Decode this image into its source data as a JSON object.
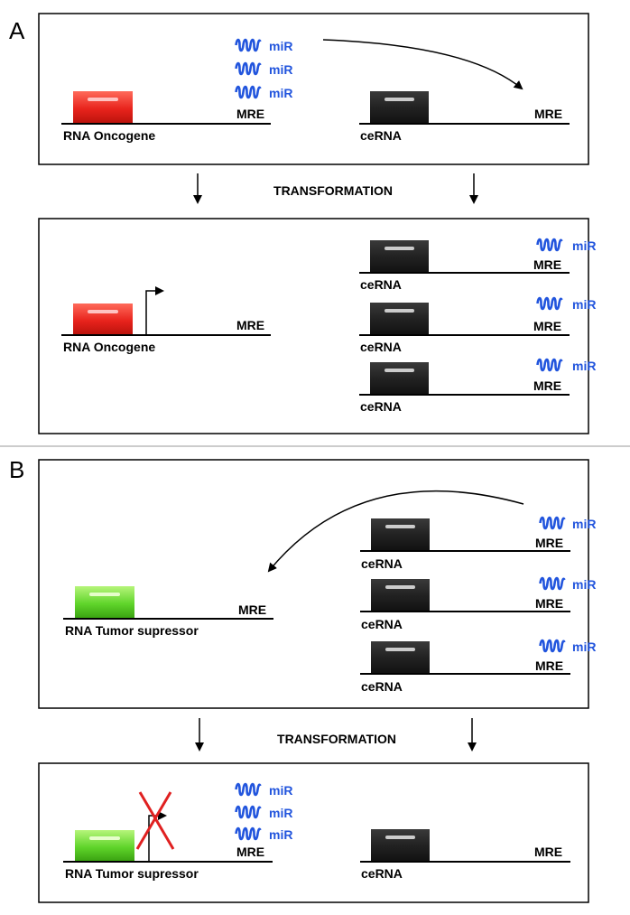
{
  "panel_a": {
    "letter": "A",
    "top": {
      "mir": [
        "miR",
        "miR",
        "miR"
      ],
      "mre_left": "MRE",
      "mre_right": "MRE",
      "gene": "RNA Oncogene",
      "cerna": "ceRNA"
    },
    "transformation": "TRANSFORMATION",
    "bottom": {
      "mre": "MRE",
      "gene": "RNA Oncogene",
      "cerna_rows": [
        {
          "mir": "miR",
          "mre": "MRE",
          "label": "ceRNA"
        },
        {
          "mir": "miR",
          "mre": "MRE",
          "label": "ceRNA"
        },
        {
          "mir": "miR",
          "mre": "MRE",
          "label": "ceRNA"
        }
      ]
    }
  },
  "panel_b": {
    "letter": "B",
    "top": {
      "mre": "MRE",
      "gene": "RNA Tumor supressor",
      "cerna_rows": [
        {
          "mir": "miR",
          "mre": "MRE",
          "label": "ceRNA"
        },
        {
          "mir": "miR",
          "mre": "MRE",
          "label": "ceRNA"
        },
        {
          "mir": "miR",
          "mre": "MRE",
          "label": "ceRNA"
        }
      ]
    },
    "transformation": "TRANSFORMATION",
    "bottom": {
      "mir": [
        "miR",
        "miR",
        "miR"
      ],
      "mre_left": "MRE",
      "mre_right": "MRE",
      "gene": "RNA Tumor supressor",
      "cerna": "ceRNA"
    }
  },
  "colors": {
    "oncogene": "#e8231c",
    "tumor_suppressor": "#5fd42a",
    "cerna": "#202020",
    "mir": "#2255dd",
    "cross": "#e02020"
  }
}
